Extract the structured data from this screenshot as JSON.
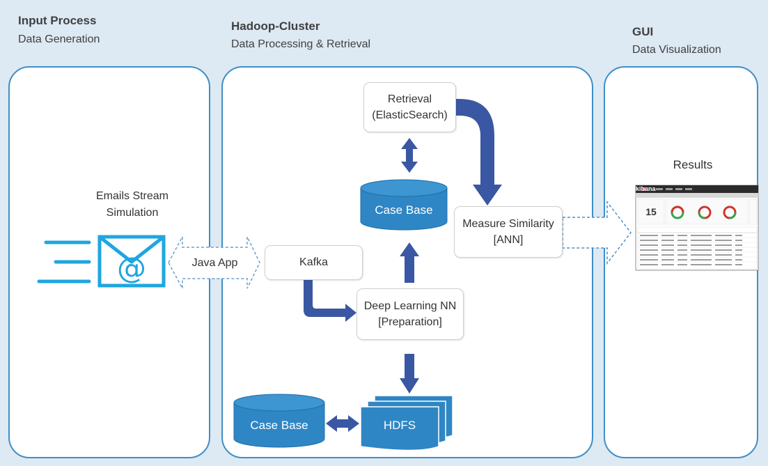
{
  "columns": [
    {
      "title": "Input Process",
      "subtitle": "Data Generation"
    },
    {
      "title": "Hadoop-Cluster",
      "subtitle": "Data Processing & Retrieval"
    },
    {
      "title": "GUI",
      "subtitle": "Data Visualization"
    }
  ],
  "input": {
    "stream_label_line1": "Emails Stream",
    "stream_label_line2": "Simulation",
    "java_app": "Java App"
  },
  "cluster": {
    "retrieval_line1": "Retrieval",
    "retrieval_line2": "(ElasticSearch)",
    "case_base_top": "Case Base",
    "measure_line1": "Measure Similarity",
    "measure_line2": "[ANN]",
    "kafka": "Kafka",
    "dl_line1": "Deep Learning NN",
    "dl_line2": "[Preparation]",
    "case_base_bottom": "Case Base",
    "hdfs": "HDFS"
  },
  "gui": {
    "results_label": "Results",
    "dashboard_logo": "kibana",
    "dashboard_metric": "15"
  },
  "colors": {
    "panel_border": "#3f8fc6",
    "arrow": "#3a57a3",
    "cylinder": "#2f86c4",
    "email_icon": "#1fa6df",
    "background": "#dde9f3",
    "gauge_red": "#d0342c",
    "gauge_green": "#3aa34a"
  }
}
